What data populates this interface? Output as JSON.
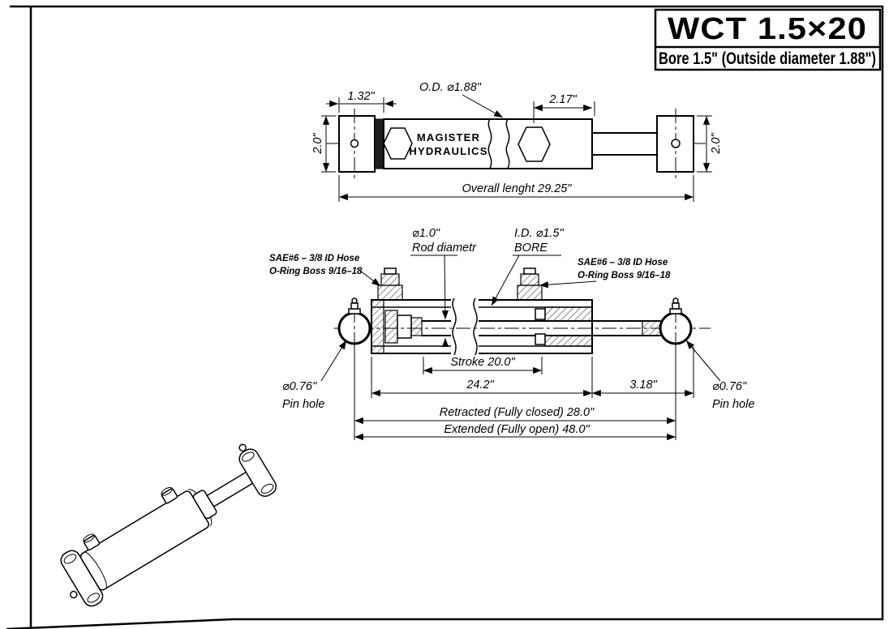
{
  "title_block": {
    "model": "WCT 1.5×20",
    "subtitle": "Bore 1.5\" (Outside diameter 1.88\")"
  },
  "top_view": {
    "dim_cross_tube_width": "1.32\"",
    "od_label": "O.D. ⌀1.88\"",
    "dim_port_to_end": "2.17\"",
    "dim_left_clevis_height": "2.0\"",
    "dim_right_clevis_height": "2.0\"",
    "brand_line1": "MAGISTER",
    "brand_line2": "HYDRAULICS",
    "overall_length": "Overall lenght 29.25\""
  },
  "section_view": {
    "rod_dia_value": "⌀1.0\"",
    "rod_dia_label": "Rod diametr",
    "bore_value": "I.D. ⌀1.5\"",
    "bore_label": "BORE",
    "sae_left_line1": "SAE#6 – 3/8 ID Hose",
    "sae_left_line2": "O-Ring Boss 9/16–18",
    "sae_right_line1": "SAE#6 – 3/8 ID Hose",
    "sae_right_line2": "O-Ring Boss 9/16–18",
    "stroke": "Stroke 20.0\"",
    "dim_barrel_length": "24.2\"",
    "dim_rod_clevis": "3.18\"",
    "pin_left_value": "⌀0.76\"",
    "pin_left_label": "Pin hole",
    "pin_right_value": "⌀0.76\"",
    "pin_right_label": "Pin hole",
    "retracted": "Retracted (Fully closed) 28.0\"",
    "extended": "Extended (Fully open) 48.0\""
  }
}
